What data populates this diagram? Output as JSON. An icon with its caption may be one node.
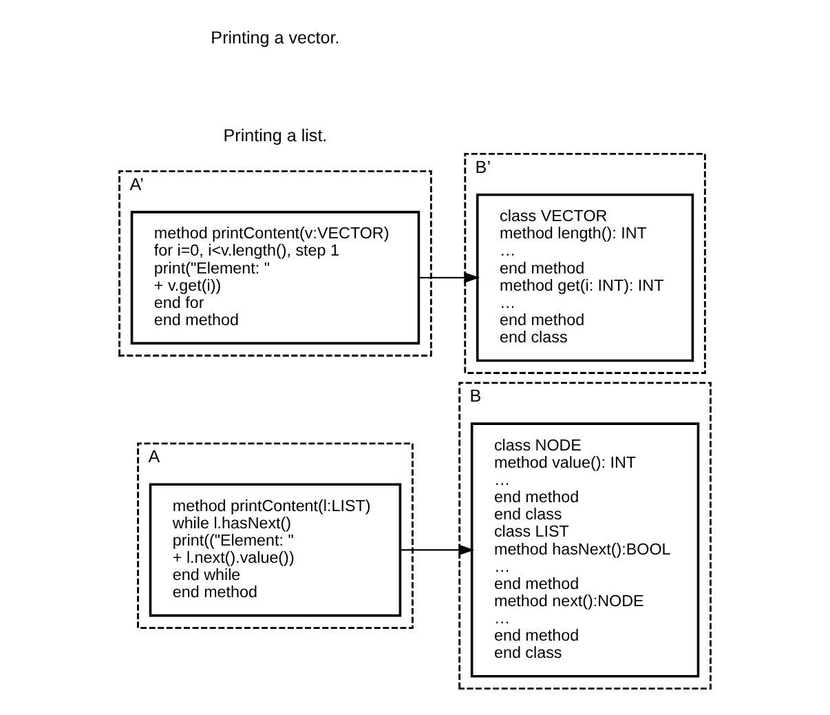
{
  "diagram": {
    "nodes": [
      {
        "text": [
          "A"
        ]
      },
      {
        "text": [
          "method printContent(l:LIST)",
          "while l.hasNext()",
          "print((\"Element: \"",
          "+ l.next().value())",
          "end while",
          "end method"
        ],
        "in": 0
      },
      {
        "text": [
          "B"
        ]
      },
      {
        "text": [
          "class NODE",
          "method value(): INT",
          "…",
          "end method",
          "end class",
          "class LIST",
          "method hasNext():BOOL",
          "…",
          "end method",
          "method next():NODE",
          "…",
          "end method",
          "end class"
        ],
        "in": 2
      },
      {
        "text": [
          "A’"
        ]
      },
      {
        "text": [
          "method printContent(v:VECTOR)",
          "for i=0, i<v.length(), step 1",
          "print(\"Element: \"",
          "+ v.get(i))",
          "end for",
          "end method"
        ],
        "in": 4
      },
      {
        "text": [
          "B’"
        ]
      },
      {
        "text": [
          "class VECTOR",
          "method length(): INT",
          "…",
          "end method",
          "method get(i: INT): INT",
          "…",
          "end method",
          "end class"
        ],
        "in": 6
      }
    ],
    "edges": [
      {
        "from": 1,
        "to": 3,
        "arrow": "to"
      },
      {
        "from": 5,
        "to": 7,
        "arrow": "to"
      }
    ],
    "labels": [
      "Printing a list.",
      "Printing a vector."
    ]
  }
}
